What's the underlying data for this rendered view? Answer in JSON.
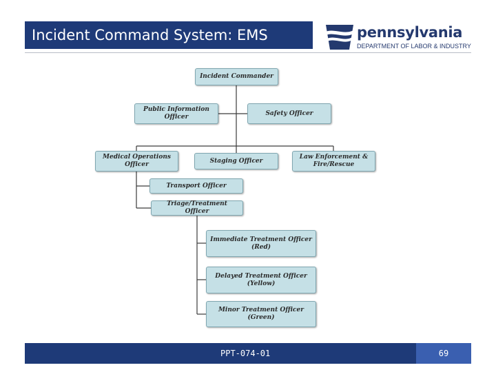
{
  "slide": {
    "title": "Incident Command System: EMS",
    "footer_code": "PPT-074-01",
    "page_number": "69"
  },
  "logo": {
    "wordmark": "pennsylvania",
    "subtitle": "DEPARTMENT OF LABOR & INDUSTRY"
  },
  "org_chart": {
    "nodes": [
      {
        "id": "ic",
        "label": "Incident Commander"
      },
      {
        "id": "pio",
        "label": "Public Information Officer"
      },
      {
        "id": "so",
        "label": "Safety Officer"
      },
      {
        "id": "mo",
        "label": "Medical Operations\nOfficer"
      },
      {
        "id": "st",
        "label": "Staging Officer"
      },
      {
        "id": "le",
        "label": "Law Enforcement &\nFire/Rescue"
      },
      {
        "id": "tr",
        "label": "Transport Officer"
      },
      {
        "id": "tt",
        "label": "Triage/Treatment Officer"
      },
      {
        "id": "im",
        "label": "Immediate Treatment Officer\n(Red)"
      },
      {
        "id": "de",
        "label": "Delayed Treatment Officer\n(Yellow)"
      },
      {
        "id": "mi",
        "label": "Minor Treatment Officer\n(Green)"
      }
    ],
    "edges": [
      [
        "ic",
        "pio"
      ],
      [
        "ic",
        "so"
      ],
      [
        "ic",
        "mo"
      ],
      [
        "ic",
        "st"
      ],
      [
        "ic",
        "le"
      ],
      [
        "mo",
        "tr"
      ],
      [
        "mo",
        "tt"
      ],
      [
        "tt",
        "im"
      ],
      [
        "tt",
        "de"
      ],
      [
        "tt",
        "mi"
      ]
    ]
  }
}
